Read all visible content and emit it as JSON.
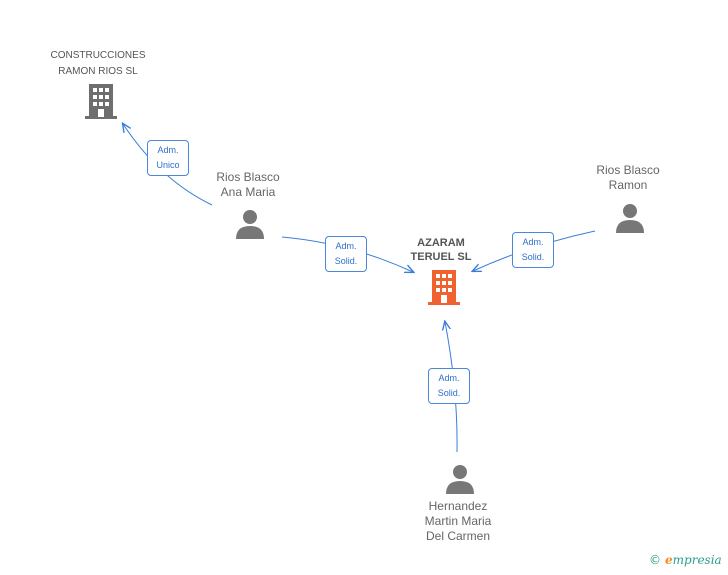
{
  "nodes": {
    "azaram": {
      "label": "AZARAM\nTERUEL SL",
      "color": "#f0632f"
    },
    "construcciones": {
      "label": "CONSTRUCCIONES\nRAMON RIOS SL",
      "color": "#6e6e6e"
    },
    "ana_maria": {
      "label": "Rios Blasco\nAna Maria"
    },
    "ramon": {
      "label": "Rios Blasco\nRamon"
    },
    "hernandez": {
      "label": "Hernandez\nMartin Maria\nDel Carmen"
    }
  },
  "edges": {
    "ana_to_construcciones": {
      "role_line1": "Adm.",
      "role_line2": "Unico"
    },
    "ana_to_azaram": {
      "role_line1": "Adm.",
      "role_line2": "Solid."
    },
    "ramon_to_azaram": {
      "role_line1": "Adm.",
      "role_line2": "Solid."
    },
    "hernandez_to_azaram": {
      "role_line1": "Adm.",
      "role_line2": "Solid."
    }
  },
  "footer": {
    "copyright": "©",
    "brand_e": "e",
    "brand_rest": "mpresia"
  },
  "colors": {
    "edge": "#3b7dd8",
    "person": "#777777"
  }
}
